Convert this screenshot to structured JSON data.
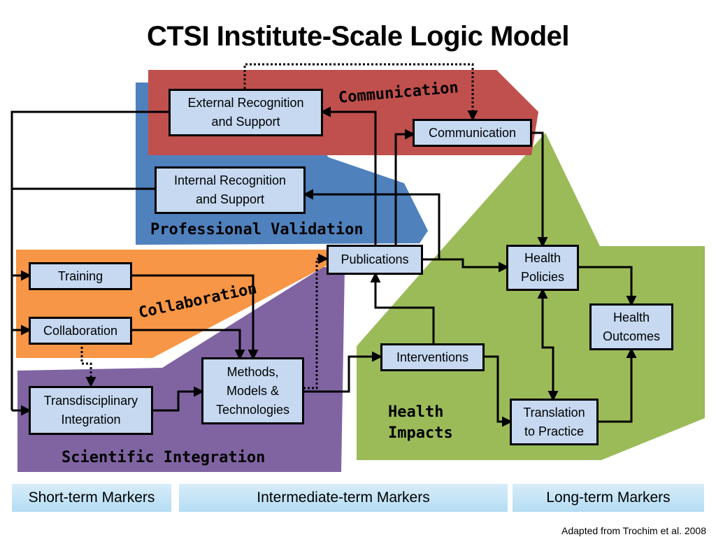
{
  "title": "CTSI Institute-Scale Logic Model",
  "regions": {
    "communication": "Communication",
    "professional_validation": "Professional Validation",
    "collaboration": "Collaboration",
    "scientific_integration": "Scientific Integration",
    "health_impacts": "Health\nImpacts"
  },
  "region_colors": {
    "communication": "#c0504d",
    "professional_validation": "#4f81bd",
    "collaboration": "#f79646",
    "scientific_integration": "#8064a2",
    "health_impacts": "#9bbb59"
  },
  "nodes": {
    "external_recognition": "External Recognition\nand Support",
    "internal_recognition": "Internal Recognition\nand Support",
    "communication": "Communication",
    "publications": "Publications",
    "training": "Training",
    "collaboration": "Collaboration",
    "transdisciplinary": "Transdisciplinary\nIntegration",
    "methods": "Methods,\nModels &\nTechnologies",
    "interventions": "Interventions",
    "health_policies": "Health\nPolicies",
    "health_outcomes": "Health\nOutcomes",
    "translation": "Translation\nto Practice"
  },
  "node_fill": "#c6d9f1",
  "markers": {
    "short_term": "Short-term Markers",
    "intermediate_term": "Intermediate-term Markers",
    "long_term": "Long-term Markers"
  },
  "credit": "Adapted from Trochim et al. 2008"
}
